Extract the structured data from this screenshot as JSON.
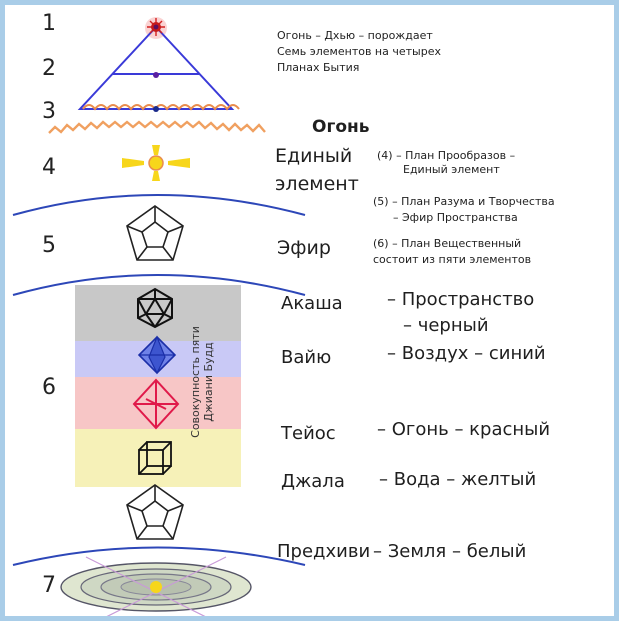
{
  "levels": [
    "1",
    "2",
    "3",
    "4",
    "5",
    "6",
    "7"
  ],
  "intro": [
    "Огонь – Дхью – порождает",
    "Семь элементов на четырех",
    "Планах Бытия"
  ],
  "fire_heading": "Огонь",
  "single_element": [
    "Единый",
    "элемент"
  ],
  "plane_notes": {
    "p4": [
      "(4) – План Прообразов –",
      "Единый элемент"
    ],
    "p5": [
      "(5) – План Разума и Творчества",
      "– Эфир Пространства"
    ],
    "p6": [
      "(6) – План Вещественный",
      "состоит из пяти элементов"
    ]
  },
  "ether": "Эфир",
  "elements": [
    {
      "name": "Акаша",
      "desc": "– Пространство",
      "desc2": "– черный",
      "band_color": "#c8c8c8"
    },
    {
      "name": "Вайю",
      "desc": "– Воздух – синий",
      "band_color": "#c9c9f6"
    },
    {
      "name": "Тейос",
      "desc": "– Огонь – красный",
      "band_color": "#f7c6c6"
    },
    {
      "name": "Джала",
      "desc": "– Вода – желтый",
      "band_color": "#f6f1b8"
    },
    {
      "name": "Предхиви",
      "desc": "– Земля – белый",
      "band_color": "#ffffff"
    }
  ],
  "vertical_label": [
    "Совокупность пяти",
    "Джиани Будд"
  ],
  "colors": {
    "triangle": "#3a3ad8",
    "wave": "#f0a060",
    "star": "#d22020",
    "cross": "#f7d61b",
    "ring": "#2d47b8"
  }
}
